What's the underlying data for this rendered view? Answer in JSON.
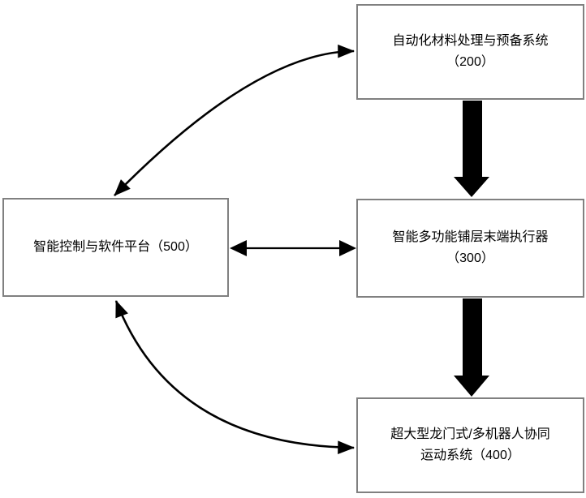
{
  "diagram": {
    "background_color": "#ffffff",
    "box_border_color": "#808080",
    "arrow_color": "#000000",
    "boxes": {
      "box200": {
        "id": "200",
        "lines": [
          "自动化材料处理与预备系统",
          "（200）"
        ]
      },
      "box300": {
        "id": "300",
        "lines": [
          "智能多功能铺层末端执行器",
          "（300）"
        ]
      },
      "box400": {
        "id": "400",
        "lines": [
          "超大型龙门式/多机器人协同",
          "运动系统（400）"
        ]
      },
      "box500": {
        "id": "500",
        "lines": [
          "智能控制与软件平台（500）"
        ]
      }
    },
    "connections": [
      {
        "from": "500",
        "to": "200",
        "style": "curved-thin",
        "direction": "bidirectional"
      },
      {
        "from": "200",
        "to": "300",
        "style": "thick-block",
        "direction": "down"
      },
      {
        "from": "500",
        "to": "300",
        "style": "straight-thin",
        "direction": "bidirectional"
      },
      {
        "from": "300",
        "to": "400",
        "style": "thick-block",
        "direction": "down"
      },
      {
        "from": "500",
        "to": "400",
        "style": "curved-thin",
        "direction": "bidirectional"
      }
    ]
  }
}
